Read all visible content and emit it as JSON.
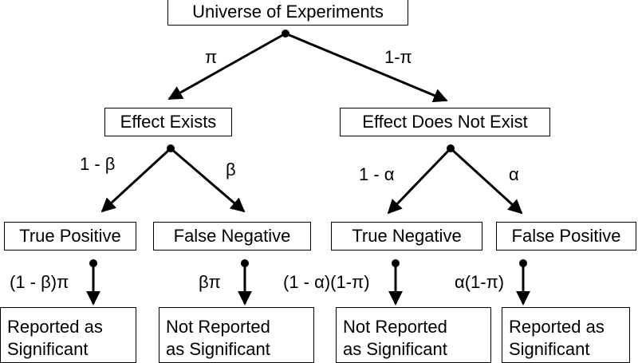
{
  "root": {
    "label": "Universe of Experiments"
  },
  "level1": {
    "left": {
      "label": "Effect Exists",
      "edge_label": "π"
    },
    "right": {
      "label": "Effect Does Not Exist",
      "edge_label": "1-π"
    }
  },
  "level2": {
    "true_positive": {
      "label": "True Positive",
      "edge_label": "1 - β",
      "prob_label": "(1 - β)π"
    },
    "false_negative": {
      "label": "False Negative",
      "edge_label": "β",
      "prob_label": "βπ"
    },
    "true_negative": {
      "label": "True Negative",
      "edge_label": "1 - α",
      "prob_label": "(1 - α)(1-π)"
    },
    "false_positive": {
      "label": "False Positive",
      "edge_label": "α",
      "prob_label": "α(1-π)"
    }
  },
  "outcomes": {
    "tp": {
      "line1": "Reported as",
      "line2": "Significant"
    },
    "fn": {
      "line1": "Not Reported",
      "line2": "as Significant"
    },
    "tn": {
      "line1": "Not Reported",
      "line2": "as Significant"
    },
    "fp": {
      "line1": "Reported as",
      "line2": "Significant"
    }
  }
}
